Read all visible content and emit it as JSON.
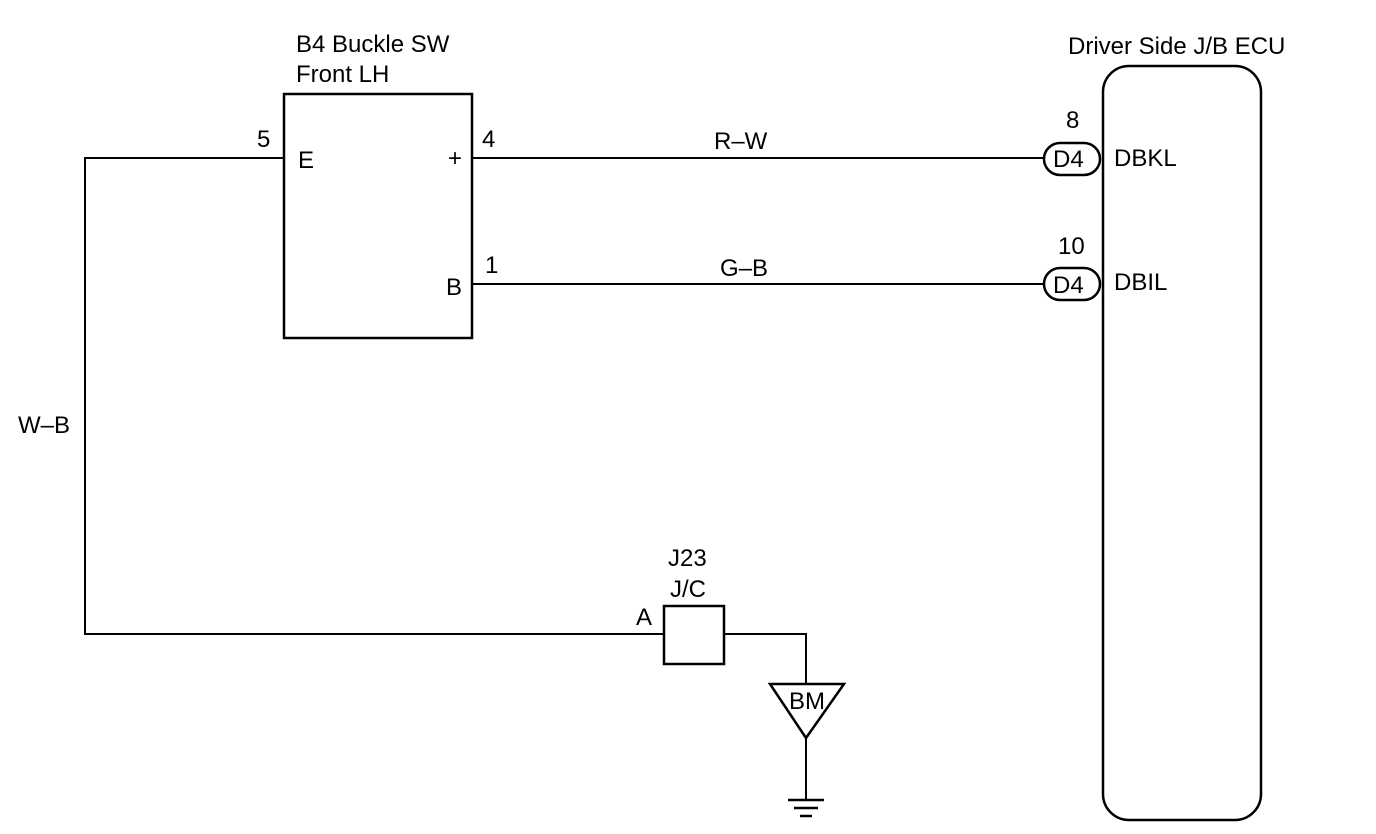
{
  "components": {
    "buckle_switch": {
      "name_line1": "B4 Buckle SW",
      "name_line2": "Front LH",
      "pins": {
        "e": {
          "number": "5",
          "label": "E"
        },
        "plus": {
          "number": "4",
          "label": "+"
        },
        "b": {
          "number": "1",
          "label": "B"
        }
      }
    },
    "ecu": {
      "name": "Driver Side J/B ECU",
      "pins": {
        "dbkl": {
          "number": "8",
          "connector": "D4",
          "label": "DBKL"
        },
        "dbil": {
          "number": "10",
          "connector": "D4",
          "label": "DBIL"
        }
      }
    },
    "junction": {
      "name_line1": "J23",
      "name_line2": "J/C",
      "terminal": "A"
    },
    "ground": {
      "label": "BM"
    }
  },
  "wires": {
    "r_w": "R–W",
    "g_b": "G–B",
    "w_b": "W–B"
  }
}
